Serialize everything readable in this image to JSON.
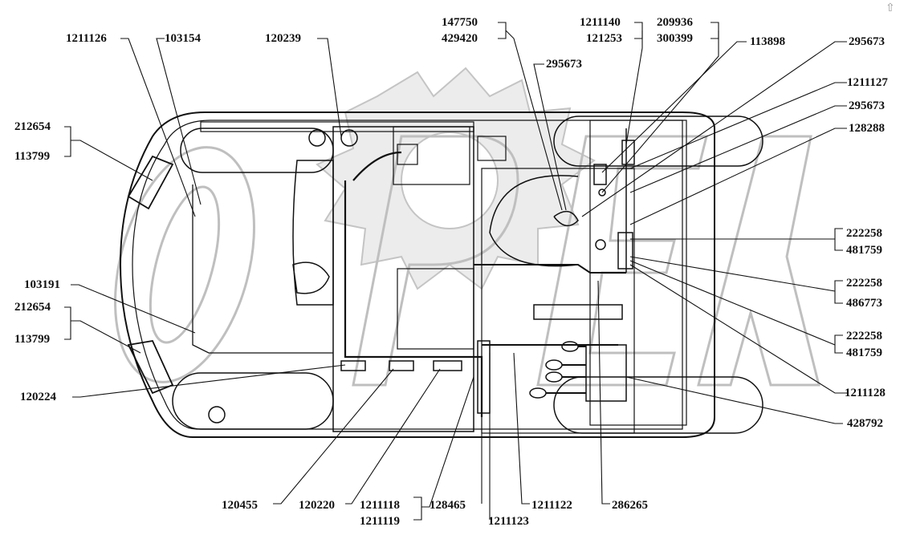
{
  "watermark_text": "OPEX",
  "corner_mark": "⇧",
  "labels": {
    "l_1211126": "1211126",
    "l_103154": "103154",
    "l_120239": "120239",
    "l_147750": "147750",
    "l_429420": "429420",
    "l_1211140": "1211140",
    "l_121253": "121253",
    "l_209936": "209936",
    "l_300399": "300399",
    "l_113898": "113898",
    "l_295673_top": "295673",
    "l_295673_mid": "295673",
    "l_295673_right": "295673",
    "l_1211127": "1211127",
    "l_128288": "128288",
    "l_212654_a": "212654",
    "l_113799_a": "113799",
    "l_103191": "103191",
    "l_212654_b": "212654",
    "l_113799_b": "113799",
    "l_120224": "120224",
    "l_222258_a": "222258",
    "l_481759_a": "481759",
    "l_222258_b": "222258",
    "l_486773": "486773",
    "l_222258_c": "222258",
    "l_481759_c": "481759",
    "l_1211128": "1211128",
    "l_428792": "428792",
    "l_120455": "120455",
    "l_120220": "120220",
    "l_1211118": "1211118",
    "l_1211119": "1211119",
    "l_128465": "128465",
    "l_1211123": "1211123",
    "l_1211122": "1211122",
    "l_286265": "286265"
  }
}
